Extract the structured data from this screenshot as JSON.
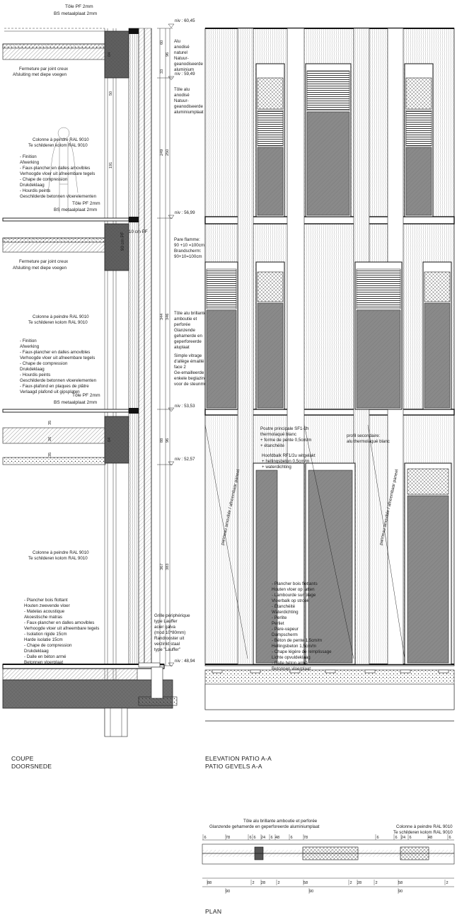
{
  "section": {
    "heading1": "COUPE",
    "heading2": "DOORSNEDE",
    "notes": {
      "tole_pf_top": [
        "Tôle PF 2mm",
        "BS metaalplaat 2mm"
      ],
      "fermeture_1": [
        "Fermeture par joint creux",
        "Afsluiting met diepe voegen"
      ],
      "colonne_1": [
        "Colonne à peindre RAL 9010",
        "Te schilderen kolom RAL 9010"
      ],
      "finition_1": [
        "- Finition",
        "  Afwerking",
        "- Faux-plancher en dalles amovibles",
        "  Verhoogde vloer uit afneembare tegels",
        "- Chape de compression",
        "  Drukdeklaag",
        "- Hourdis peints",
        "  Geschilderde betonnen vloerelementen"
      ],
      "tole_pf_mid": [
        "Tôle PF 2mm",
        "BS metaalplaat 2mm"
      ],
      "fermeture_2": [
        "Fermeture par joint creux",
        "Afsluiting met diepe voegen"
      ],
      "colonne_2": [
        "Colonne à peindre RAL 9010",
        "Te schilderen kolom RAL 9010"
      ],
      "finition_2": [
        "- Finition",
        "  Afwerking",
        "- Faux-plancher en dalles amovibles",
        "  Verhoogde vloer uit afneembare tegels",
        "- Chape de compression",
        "  Drukdeklaag",
        "- Hourdis peints",
        "  Geschilderde betonnen vloerelementen",
        "- Faux-plafond en plaques de plâtre",
        "  Verlaagd plafond uit gipsplaten"
      ],
      "tole_pf_low": [
        "Tôle PF 2mm",
        "BS metaalplaat 2mm"
      ],
      "colonne_3": [
        "Colonne à peindre RAL 9010",
        "Te schilderen kolom RAL 9010"
      ],
      "plancher": [
        "- Plancher bois flottant",
        "  Houten zwevende vloer",
        "- Matelas acoustique",
        "  Akoestische matras",
        "- Faux-plancher en dalles amovibles",
        "  Verhoogde vloer uit afneembare tegels",
        "- Isolation rigide 15cm",
        "  Harde isolatie 15cm",
        "- Chape de compression",
        "  Drukdeklaag",
        "- Dalle en béton armé",
        "  Betonnen vloerplaat"
      ],
      "alu_anodise": [
        "Alu",
        "anodisé",
        "naturel",
        "Natuur-",
        "geanodiseerde",
        "aluminium"
      ],
      "tole_alu": [
        "Tôle alu",
        "anodisé",
        "Natuur-",
        "geanodiseerde",
        "aluminiumplaat"
      ],
      "pare_flamme": [
        "Pare flamme:",
        "90 +10 =100cm",
        "Brandscherm:",
        "90+10=100cm"
      ],
      "tole_alu_brillante": [
        "Tôle alu brillante",
        "amboutie et",
        "perforée",
        "Glanzende",
        "gehamerde en",
        "geperforeerde",
        "aluplaat"
      ],
      "simple_vitrage": [
        "Simple vitrage",
        "d'allège émaillé",
        "face 2",
        "Ge-emailleerde",
        "enkele beglazing",
        "voor de steunmuur"
      ],
      "grille": [
        "Grille périphérique",
        "type Lauffer",
        "acier galva",
        "(mod 10*80mm)",
        "Randrooster uit",
        "verzinkt staal",
        "type \"Lauffer\""
      ],
      "ten_cm_pf": "10 cm PF",
      "ninety_cm_pf": "90 cm PF"
    },
    "levels": [
      "niv : 60,45",
      "niv : 59,49",
      "niv : 56,99",
      "niv : 53,53",
      "niv : 52,57",
      "niv : 48,94"
    ],
    "dims": {
      "d60": "60",
      "d96a": "96",
      "d33": "33",
      "d249": "249",
      "d250": "250",
      "d50": "50",
      "d191": "191",
      "d344": "344",
      "d346": "346",
      "d35a": "35",
      "d26": "26",
      "d35b": "35",
      "d88": "88",
      "d96b": "96",
      "d367": "367",
      "d383": "383",
      "d04a": "04",
      "d04b": "04"
    }
  },
  "elevation": {
    "heading1": "ELEVATION PATIO A-A",
    "heading2": "PATIO GEVELS A-A",
    "notes": {
      "poutre": [
        "Poutre principale SF1-2h",
        "thermolaqué blanc",
        "+ forme de pente 0,5cm/m",
        "+ étanchéité"
      ],
      "hoofdbalk": [
        "Hoofdbalk RF1/2u witgelakt",
        "+ hellingsbeton 0,5cm/m",
        "+ waterdichting"
      ],
      "profil": [
        "profil secondaire:",
        "alu thermolaqué blanc"
      ],
      "panneau": "panneau amovible / afneembaar paneel",
      "plancher": [
        "- Plancher bois flottants",
        "  Houten vloer op latten",
        "- Lambourde sur plage",
        "  Vloerbalk op strook",
        "- Étanchéité",
        "  Waterdichting",
        "- Perlite",
        "  Perliet",
        "- Pare-vapeur",
        "  Dampscherm",
        "- Béton de pente 1,5cm/m",
        "  Hellingsbeton 1,5cm/m",
        "- Chape légère de remplissage",
        "  Lichte opvuldeklaag",
        "- Dalle béton armé",
        "  Betonnen vloerplaat"
      ]
    }
  },
  "plan": {
    "heading": "PLAN",
    "note_left": [
      "Tôle alu brillante amboutie et perforée",
      "Glanzende gehamerde en geperforeerde aluminiumplaat"
    ],
    "note_right": [
      "Colonne à peindre RAL 9010",
      "Te schilderen kolom RAL 9010"
    ],
    "dims_top": [
      "6",
      "78",
      "6",
      "6",
      "24",
      "6",
      "48",
      "6",
      "78",
      "6",
      "6",
      "24",
      "6",
      "48",
      "6"
    ],
    "dims_bottom": [
      "88",
      "2",
      "28",
      "2",
      "58",
      "2",
      "28",
      "2",
      "58",
      "2"
    ],
    "dims_total": [
      "90",
      "90",
      "90"
    ]
  },
  "colors": {
    "ink": "#1a1a1a",
    "hatch": "#555555",
    "glass": "#8a8a8a",
    "concrete": "#6f6f6f"
  }
}
